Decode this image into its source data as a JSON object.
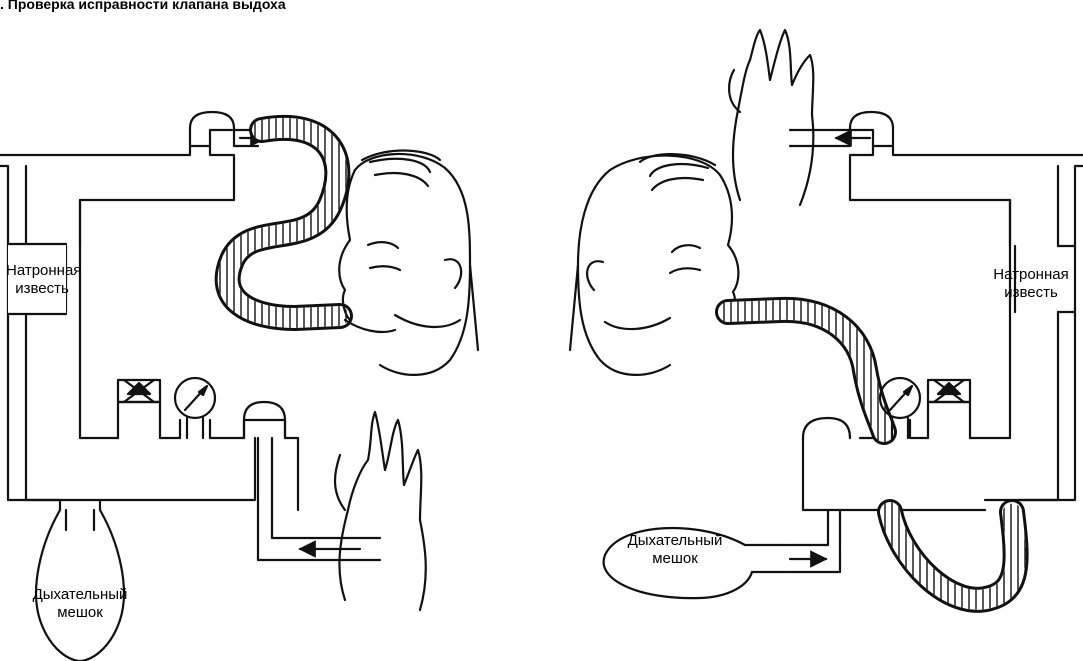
{
  "title": ". Проверка исправности клапана выдоха",
  "left_panel": {
    "soda_lime_line1": "Натронная",
    "soda_lime_line2": "известь",
    "bag_line1": "Дыхательный",
    "bag_line2": "мешок"
  },
  "right_panel": {
    "soda_lime_line1": "Натронная",
    "soda_lime_line2": "известь",
    "bag_line1": "Дыхательный",
    "bag_line2": "мешок"
  },
  "colors": {
    "ink": "#111111",
    "background": "#ffffff"
  }
}
